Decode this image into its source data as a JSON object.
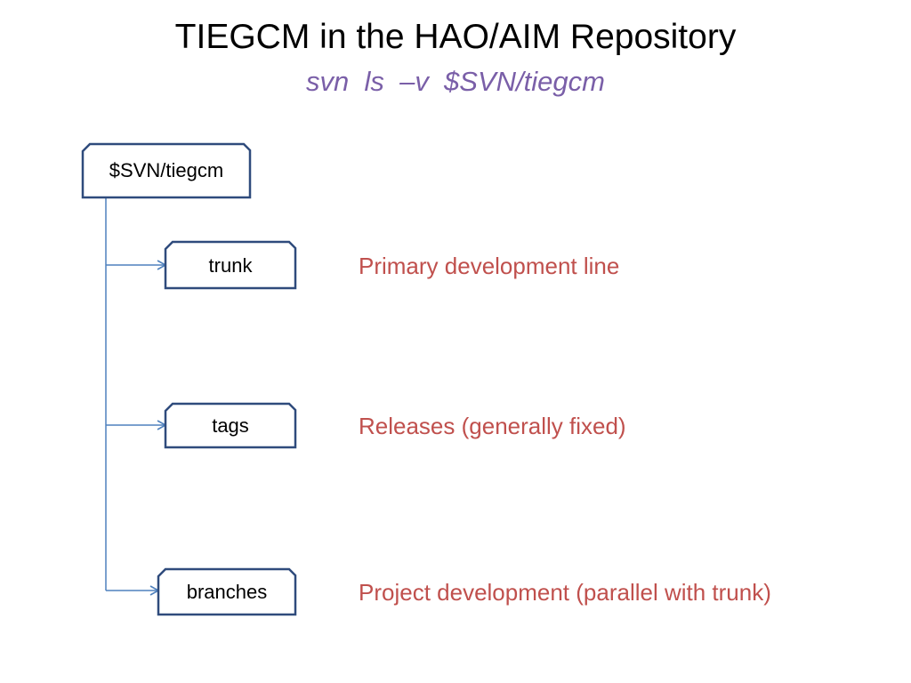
{
  "title": "TIEGCM in the HAO/AIM Repository",
  "subtitle": "svn  ls  –v  $SVN/tiegcm",
  "colors": {
    "subtitle": "#7a5fa8",
    "description": "#c0504d",
    "line": "#4f81bd",
    "box_border": "#2f4b7c"
  },
  "diagram": {
    "root": {
      "label": "$SVN/tiegcm"
    },
    "children": [
      {
        "label": "trunk",
        "description": "Primary development line"
      },
      {
        "label": "tags",
        "description": "Releases (generally fixed)"
      },
      {
        "label": "branches",
        "description": "Project development (parallel with trunk)"
      }
    ]
  }
}
